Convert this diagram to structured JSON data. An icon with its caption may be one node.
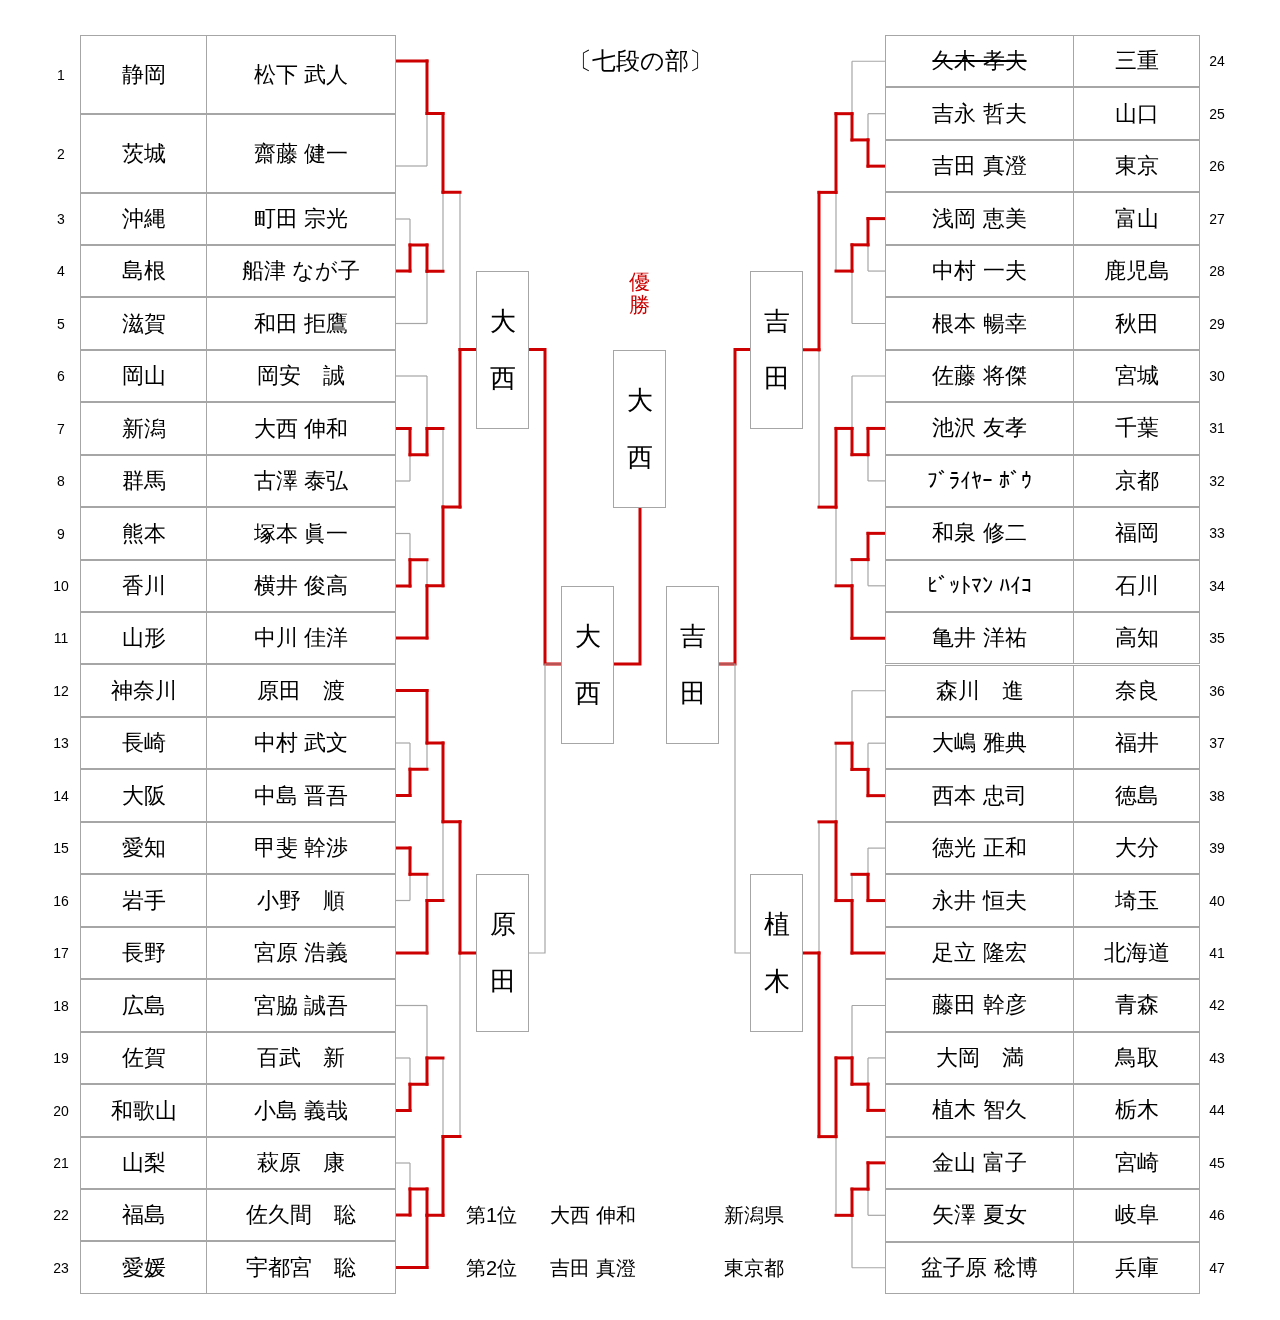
{
  "diagram": {
    "title": "〔七段の部〕",
    "nodes": [
      {
        "text": [
          "大西"
        ]
      },
      {
        "text": [
          "原田"
        ]
      },
      {
        "text": [
          "大西"
        ]
      },
      {
        "text": [
          "大西"
        ],
        "beside": [
          "優勝"
        ]
      },
      {
        "text": [
          "吉田"
        ]
      },
      {
        "text": [
          "吉田"
        ]
      },
      {
        "text": [
          "植木"
        ]
      }
    ],
    "edges": [
      {
        "from": 0,
        "to": 2,
        "arrow": "none"
      },
      {
        "from": 1,
        "to": 2,
        "arrow": "none",
        "color": "#a6a6a6"
      },
      {
        "from": 2,
        "to": 3,
        "arrow": "none"
      },
      {
        "from": 5,
        "to": 4,
        "arrow": "none"
      },
      {
        "from": 6,
        "to": 4,
        "arrow": "none",
        "color": "#a6a6a6"
      }
    ],
    "labels": [
      "1",
      "静岡",
      "松下 武人",
      "2",
      "茨城",
      "齋藤 健一",
      "3",
      "沖縄",
      "町田 宗光",
      "4",
      "島根",
      "船津 なが子",
      "5",
      "滋賀",
      "和田 拒鷹",
      "6",
      "岡山",
      "岡安　誠",
      "7",
      "新潟",
      "大西 伸和",
      "8",
      "群馬",
      "古澤 泰弘",
      "9",
      "熊本",
      "塚本 眞一",
      "10",
      "香川",
      "横井 俊高",
      "11",
      "山形",
      "中川 佳洋",
      "12",
      "神奈川",
      "原田　渡",
      "13",
      "長崎",
      "中村 武文",
      "14",
      "大阪",
      "中島 晋吾",
      "15",
      "愛知",
      "甲斐 幹渉",
      "16",
      "岩手",
      "小野　順",
      "17",
      "長野",
      "宮原 浩義",
      "18",
      "広島",
      "宮脇 誠吾",
      "19",
      "佐賀",
      "百武　新",
      "20",
      "和歌山",
      "小島 義哉",
      "21",
      "山梨",
      "萩原　康",
      "22",
      "福島",
      "佐久間　聡",
      "23",
      "愛媛",
      "宇都宮　聡",
      "久木 孝夫",
      "三重",
      "24",
      "吉永 哲夫",
      "山口",
      "25",
      "吉田 真澄",
      "東京",
      "26",
      "浅岡 恵美",
      "富山",
      "27",
      "中村 一夫",
      "鹿児島",
      "28",
      "根本 暢幸",
      "秋田",
      "29",
      "佐藤 将傑",
      "宮城",
      "30",
      "池沢 友孝",
      "千葉",
      "31",
      "ﾌﾞﾗｲﾔｰ ﾎﾞｳ",
      "京都",
      "32",
      "和泉 修二",
      "福岡",
      "33",
      "ﾋﾞｯﾄﾏﾝ ﾊｲｺ",
      "石川",
      "34",
      "亀井 洋祐",
      "高知",
      "35",
      "森川　進",
      "奈良",
      "36",
      "大嶋 雅典",
      "福井",
      "37",
      "西本 忠司",
      "徳島",
      "38",
      "徳光 正和",
      "大分",
      "39",
      "永井 恒夫",
      "埼玉",
      "40",
      "足立 隆宏",
      "北海道",
      "41",
      "藤田 幹彦",
      "青森",
      "42",
      "大岡　満",
      "鳥取",
      "43",
      "植木 智久",
      "栃木",
      "44",
      "金山 富子",
      "宮崎",
      "45",
      "矢澤 夏女",
      "岐阜",
      "46",
      "盆子原 稔博",
      "兵庫",
      "47",
      "第1位",
      "大西 伸和",
      "新潟県",
      "第2位",
      "吉田 真澄",
      "東京都"
    ]
  }
}
